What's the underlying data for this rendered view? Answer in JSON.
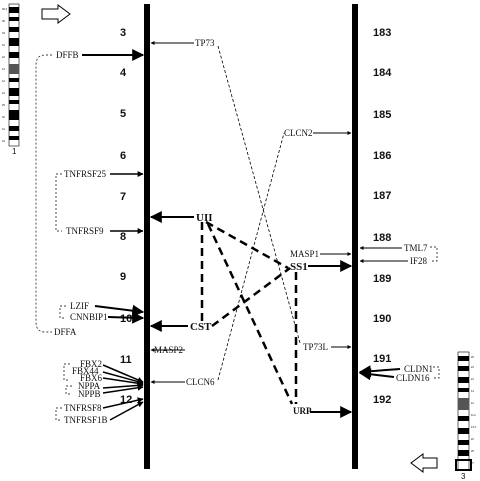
{
  "left_axis": {
    "ticks": [
      "3",
      "4",
      "5",
      "6",
      "7",
      "8",
      "9",
      "10",
      "11",
      "12"
    ]
  },
  "right_axis": {
    "ticks": [
      "183",
      "184",
      "185",
      "186",
      "187",
      "188",
      "189",
      "190",
      "191",
      "192"
    ]
  },
  "left_genes": {
    "tp73": "TP73",
    "dffb": "DFFB",
    "tnfrsf25": "TNFRSF25",
    "tnfrsf9": "TNFRSF9",
    "lzif": "LZIF",
    "cnnbip1": "CNNBIP1",
    "dffa": "DFFA",
    "masp2": "MASP2",
    "fbx2": "FBX2",
    "fbx44": "FBX44",
    "fbx6": "FBX6",
    "nppa": "NPPA",
    "nppb": "NPPB",
    "clcn6": "CLCN6",
    "tnfrsf8": "TNFRSF8",
    "tnfrsf1b": "TNFRSF1B"
  },
  "right_genes": {
    "clcn2": "CLCN2",
    "masp1": "MASP1",
    "tml7": "TML7",
    "if28": "IF28",
    "tp73l": "TP73L",
    "cldn1": "CLDN1",
    "cldn16": "CLDN16"
  },
  "markers": {
    "uii": "UII",
    "cst": "CST",
    "ss1": "SS1",
    "urp": "URP"
  },
  "chromosomes": {
    "left": "1",
    "right": "3"
  },
  "colors": {
    "line": "#000000",
    "background": "#ffffff"
  }
}
